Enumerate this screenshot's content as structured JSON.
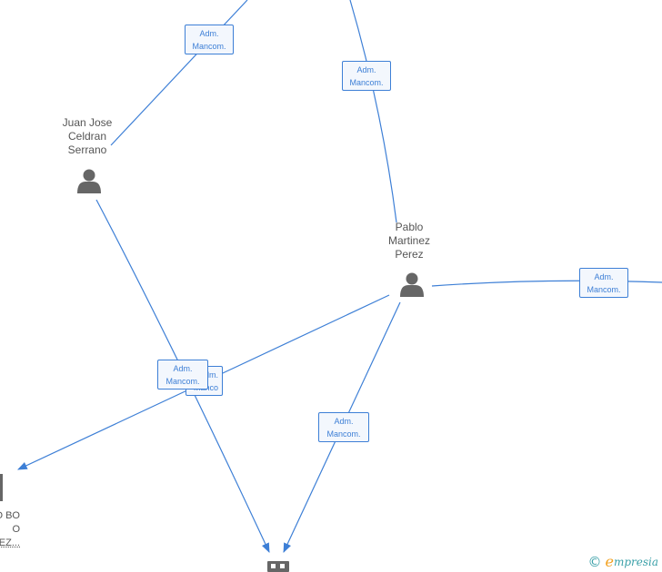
{
  "nodes": {
    "juan": {
      "lines": [
        "Juan Jose",
        "Celdran",
        "Serrano"
      ]
    },
    "pablo": {
      "lines": [
        "Pablo",
        "Martinez",
        "Perez"
      ]
    },
    "partial_left": {
      "lines": [
        "O BO",
        "O",
        "EZ..."
      ]
    }
  },
  "edge_labels": [
    {
      "id": "e1",
      "lines": [
        "Adm.",
        "Mancom."
      ]
    },
    {
      "id": "e2",
      "lines": [
        "Adm.",
        "Mancom."
      ]
    },
    {
      "id": "e3",
      "lines": [
        "Adm.",
        "Mancom."
      ]
    },
    {
      "id": "e4",
      "lines": [
        "Adm.",
        "Mancom."
      ]
    },
    {
      "id": "e5_back",
      "lines": [
        "Adm.",
        "Manco"
      ]
    },
    {
      "id": "e6",
      "lines": [
        "Adm.",
        "Mancom."
      ]
    }
  ],
  "colors": {
    "edge": "#3d7fd6",
    "icon": "#666666",
    "text": "#555555",
    "watermark_teal": "#3aa0a8",
    "watermark_orange": "#f2a01f"
  },
  "icons": {
    "person": "person-icon",
    "company": "company-icon"
  },
  "watermark": {
    "symbol": "©",
    "initial": "e",
    "rest": "mpresia"
  }
}
